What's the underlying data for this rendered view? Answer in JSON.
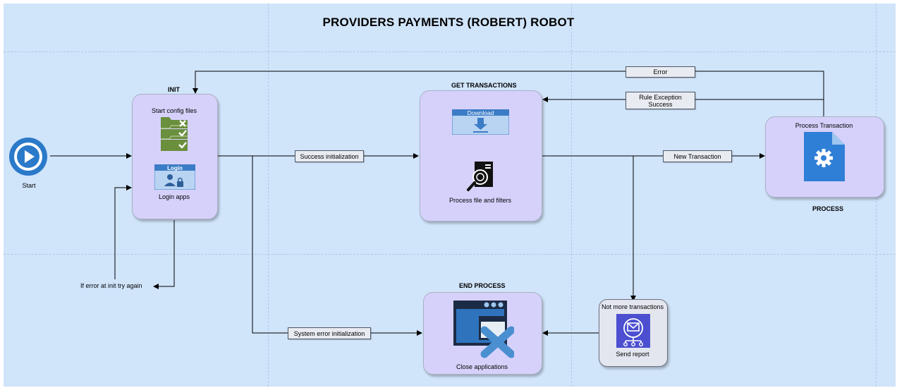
{
  "title": "PROVIDERS PAYMENTS (ROBERT) ROBOT",
  "start": {
    "label": "Start"
  },
  "init": {
    "section": "INIT",
    "config_label": "Start config files",
    "login_badge": "Login",
    "login_label": "Login apps"
  },
  "retry_label": "If error at init try again",
  "get_transactions": {
    "section": "GET TRANSACTIONS",
    "download_label": "Download",
    "process_label": "Process file and filters"
  },
  "process": {
    "section": "PROCESS",
    "node_label": "Process Transaction"
  },
  "end_process": {
    "section": "END PROCESS",
    "close_label": "Close applications"
  },
  "report": {
    "top_label": "Not more transactions",
    "bottom_label": "Send report"
  },
  "edges": {
    "success_init": "Success initialization",
    "system_error": "System error initialization",
    "new_transaction": "New Transaction",
    "error": "Error",
    "rule_exception_1": "Rule Exception",
    "rule_exception_2": "Success"
  },
  "colors": {
    "canvas": "#d0e4fa",
    "node_fill": "#d6d1fb",
    "report_fill": "#e3e6ee",
    "start_blue": "#2b79c9",
    "folder_green": "#6a8f3d",
    "doc_blue": "#2f7fd6",
    "report_icon": "#4b4fd0",
    "close_x": "#4a8fd0"
  },
  "icons": [
    "play-icon",
    "config-folder-icon",
    "login-icon",
    "download-icon",
    "search-file-icon",
    "gear-document-icon",
    "close-window-icon",
    "report-icon"
  ]
}
